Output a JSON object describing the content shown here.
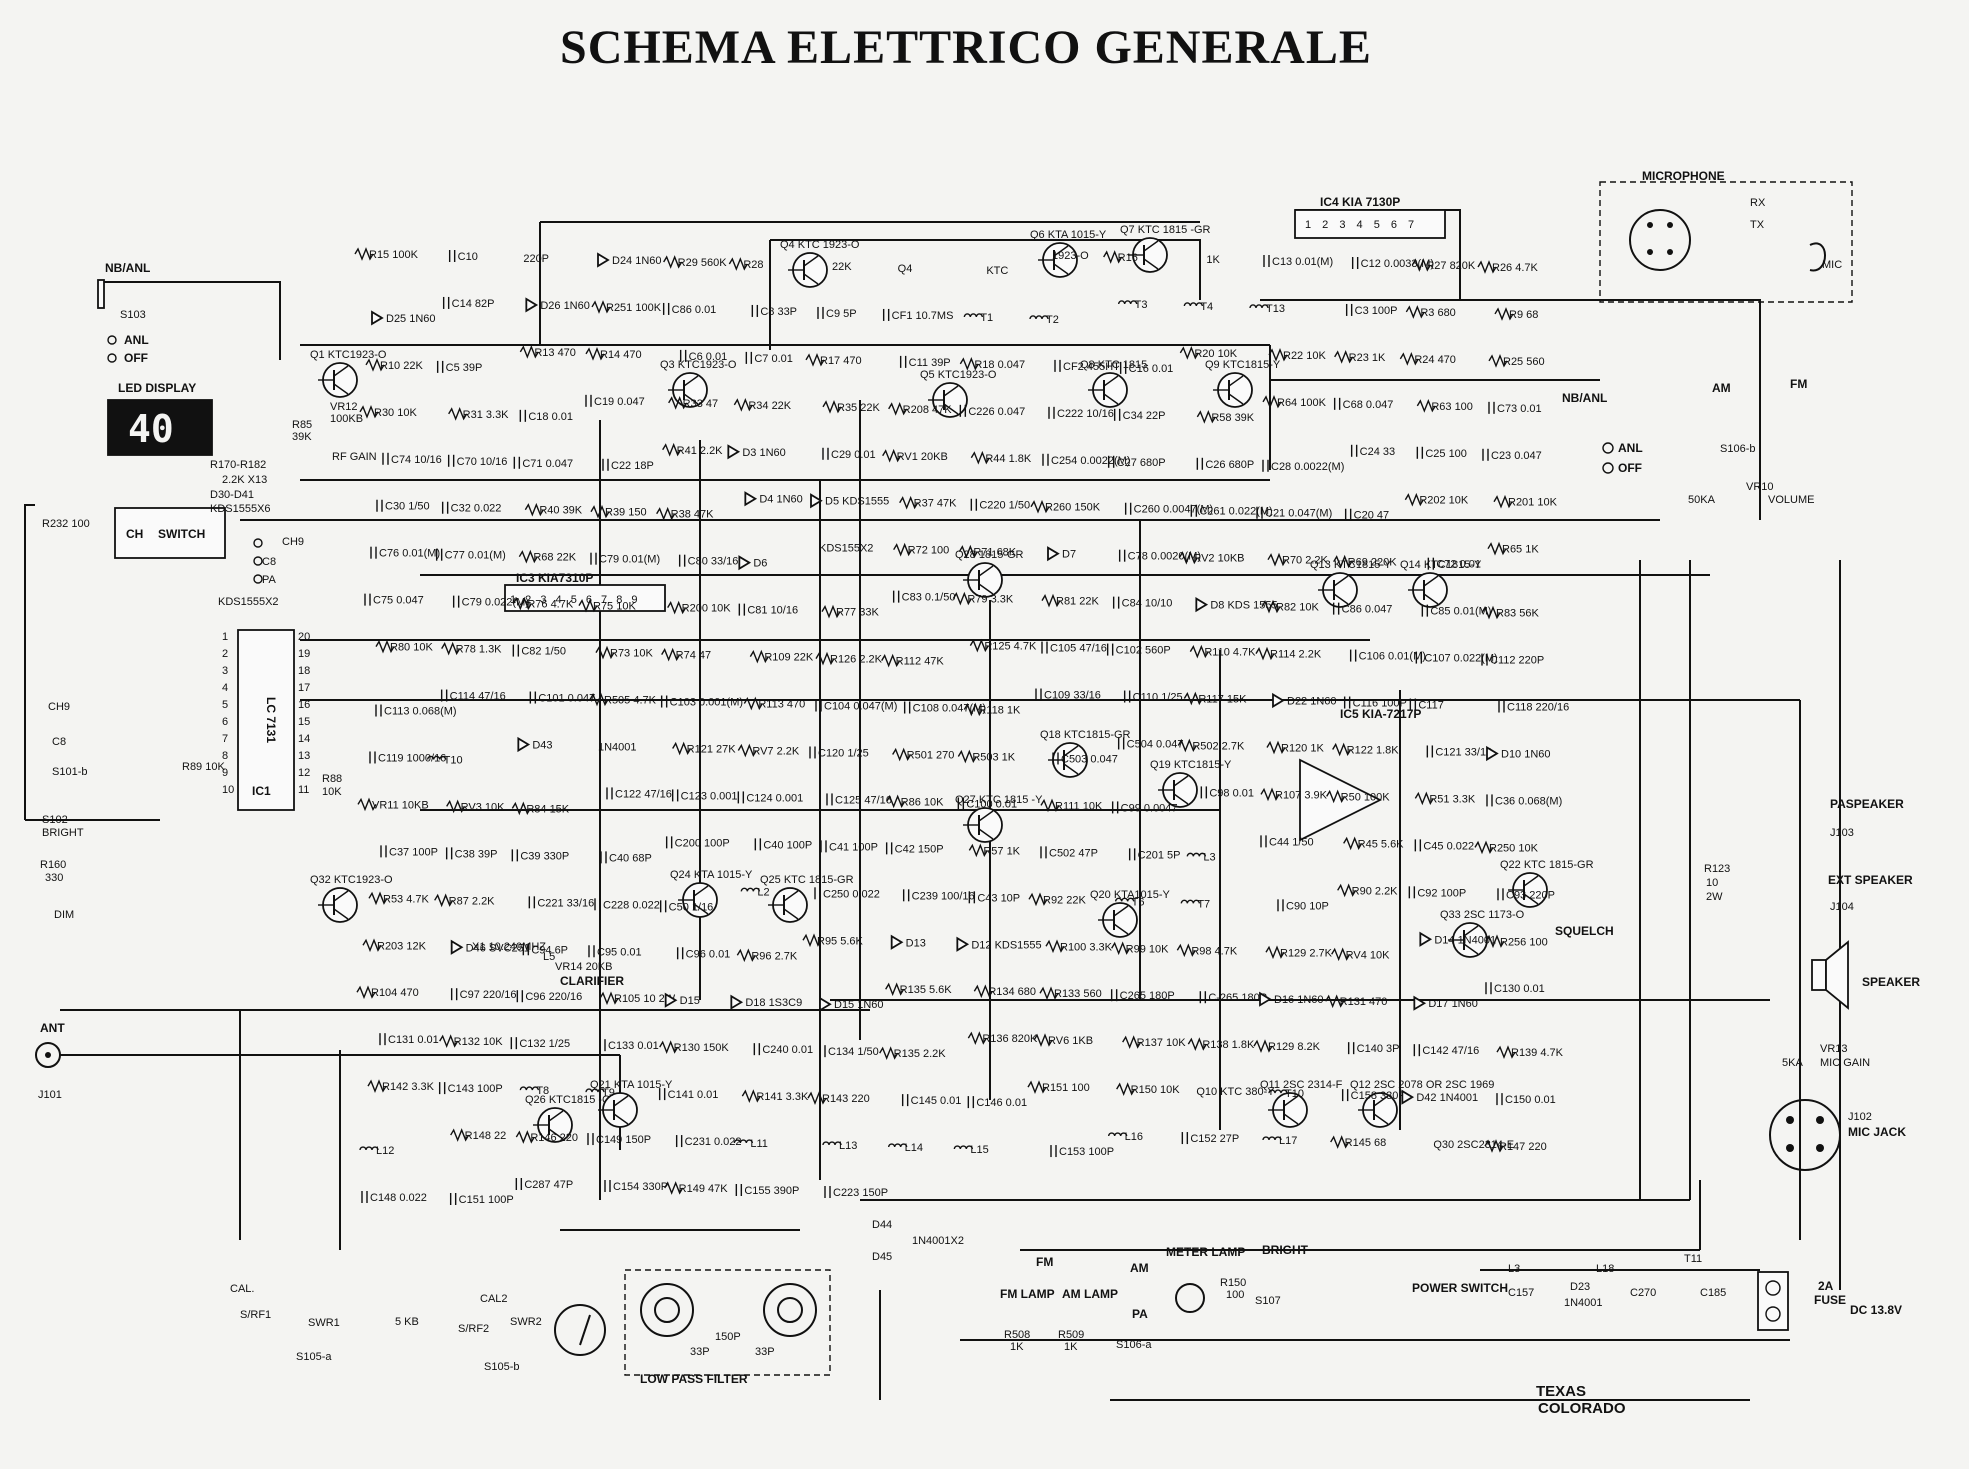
{
  "title": "SCHEMA ELETTRICO GENERALE",
  "led_display": {
    "label": "LED DISPLAY",
    "digits": "40"
  },
  "ch_switch": {
    "label_ch": "CH",
    "label_switch": "SWITCH"
  },
  "ic_labels": {
    "ic1_part": "LC 7131",
    "ic1_ref": "IC1",
    "ic3": "IC3 KIA7310P",
    "ic4": "IC4 KIA 7130P",
    "ic5": "IC5 KIA-7217P",
    "ic4_pins": "1 2 3 4 5 6 7",
    "ic3_pins": "1 2 3 4 5 6 7 8 9",
    "ic1_pins_left": [
      "1",
      "2",
      "3",
      "4",
      "5",
      "6",
      "7",
      "8",
      "9",
      "10"
    ],
    "ic1_pins_right": [
      "20",
      "19",
      "18",
      "17",
      "16",
      "15",
      "14",
      "13",
      "12",
      "11"
    ]
  },
  "transistors": [
    "Q1 KTC1923-O",
    "Q3 KTC1923-O",
    "Q4 KTC 1923-O",
    "Q5 KTC1923-O",
    "Q6 KTA 1015-Y",
    "Q7 KTC 1815 -GR",
    "Q8 KTC 1815",
    "Q9 KTC1815-Y",
    "Q13 KTC1815-Y",
    "Q14 KTC1815-Y",
    "Q18 KTC1815-GR",
    "Q19 KTC1815-Y",
    "Q20 KTA1015-Y",
    "Q22 KTC 1815-GR",
    "Q24 KTA 1015-Y",
    "Q25 KTC 1815-GR",
    "Q26 KTC1815 -GR",
    "Q27 KTC 1815 -Y",
    "Q28 1815-GR",
    "Q32 KTC1923-O",
    "Q33 2SC 1173-O",
    "Q11 2SC 2314-F",
    "Q12 2SC 2078 OR 2SC 1969",
    "Q21 KTA 1015-Y"
  ],
  "labels_left": {
    "nb_anl": "NB/ANL",
    "s103": "S103",
    "anl": "ANL",
    "off": "OFF",
    "r170": "R170-R182",
    "r170v": "2.2K X13",
    "d30": "D30-D41",
    "d30v": "KDS1555X6",
    "r232": "R232 100",
    "ch9": "CH9",
    "c8": "C8",
    "pa": "PA",
    "kds": "KDS1555X2",
    "ch9b": "CH9",
    "c8b": "C8",
    "s101": "S101-b",
    "s102": "S102",
    "bright": "BRIGHT",
    "r160": "R160",
    "r160v": "330",
    "dim": "DIM",
    "ant": "ANT",
    "j101": "J101",
    "r85": "R85",
    "r85v": "39K",
    "vr12": "VR12",
    "vr12v": "100KB",
    "rfgain": "RF GAIN",
    "r89": "R89 10K",
    "r88": "R88",
    "r88v": "10K"
  },
  "labels_right": {
    "microphone": "MICROPHONE",
    "rx": "RX",
    "tx": "TX",
    "mic": "MIC",
    "am": "AM",
    "fm": "FM",
    "s106b": "S106-b",
    "nbanl": "NB/ANL",
    "anl": "ANL",
    "off": "OFF",
    "vr10": "VR10",
    "volume": "VOLUME",
    "vr10v": "50KA",
    "pa_speaker": "PASPEAKER",
    "j103": "J103",
    "ext_speaker": "EXT SPEAKER",
    "j104": "J104",
    "speaker": "SPEAKER",
    "vr13": "VR13",
    "mic_gain": "MIC GAIN",
    "vr13v": "5KA",
    "j102": "J102",
    "mic_jack": "MIC JACK",
    "squelch": "SQUELCH",
    "r123": "R123",
    "r123v": "10",
    "r123w": "2W"
  },
  "labels_bottom": {
    "low_pass": "LOW PASS FILTER",
    "meter_lamp": "METER LAMP",
    "bright": "BRIGHT",
    "s107": "S107",
    "power_switch": "POWER SWITCH",
    "fm_lamp": "FM LAMP",
    "am_lamp": "AM LAMP",
    "s106a": "S106-a",
    "fuse": "FUSE",
    "fuse_val": "2A",
    "dc": "DC 13.8V",
    "cal": "CAL.",
    "swr1": "SWR1",
    "cal2": "CAL2",
    "swr2": "SWR2",
    "s105a": "S105-a",
    "s105b": "S105-b",
    "srf1": "S/RF1",
    "srf2": "S/RF2",
    "texas": "TEXAS",
    "colorado": "COLORADO",
    "d44": "D44",
    "d45": "D45",
    "in4001x2": "1N4001X2",
    "r508": "R508",
    "r509": "R509",
    "lamp_r": "1K",
    "fm": "FM",
    "am": "AM",
    "pa": "PA",
    "lpf_c1": "33P",
    "lpf_c2": "150P",
    "lpf_c3": "33P",
    "t11": "T11",
    "l3": "L3",
    "l18": "L18",
    "d23": "D23",
    "d23v": "1N4001",
    "c157": "C157",
    "c270": "C270",
    "c185": "C185",
    "r150": "R150",
    "r150v": "100",
    "x1": "X1 10.240MHZ",
    "l5": "L5",
    "vr14": "VR14 20KB",
    "clarifier": "CLARIFIER",
    "r5k": "5 KB"
  },
  "component_labels": [
    "R15 100K",
    "C10",
    "220P",
    "D24 1N60",
    "R29 560K",
    "R28",
    "22K",
    "Q4",
    "KTC",
    "1923-O",
    "R16",
    "1K",
    "C13 0.01(M)",
    "C12 0.0033(M)",
    "R27 820K",
    "R26 4.7K",
    "D25 1N60",
    "C14 82P",
    "D26 1N60",
    "R251 100K",
    "C86 0.01",
    "C8 33P",
    "C9 5P",
    "CF1 10.7MS",
    "T1",
    "T2",
    "T3",
    "T4",
    "T13",
    "C3 100P",
    "R3 680",
    "R9 68",
    "R10 22K",
    "C5 39P",
    "R13 470",
    "R14 470",
    "C6 0.01",
    "C7 0.01",
    "R17 470",
    "C11 39P",
    "R18 0.047",
    "CF2 455HT",
    "C16 0.01",
    "R20 10K",
    "R22 10K",
    "R23 1K",
    "R24 470",
    "R25 560",
    "R30 10K",
    "R31 3.3K",
    "C18 0.01",
    "C19 0.047",
    "R33 47",
    "R34 22K",
    "R35 22K",
    "R208 47K",
    "C226 0.047",
    "C222 10/16",
    "C34 22P",
    "R58 39K",
    "R64 100K",
    "C68 0.047",
    "R63 100",
    "C73 0.01",
    "C74 10/16",
    "C70 10/16",
    "C71 0.047",
    "C22 18P",
    "R41 2.2K",
    "D3 1N60",
    "C29 0.01",
    "RV1 20KB",
    "R44 1.8K",
    "C254 0.0022(M)",
    "C27 680P",
    "C26 680P",
    "C28 0.0022(M)",
    "C24 33",
    "C25 100",
    "C23 0.047",
    "C30 1/50",
    "C32 0.022",
    "R40 39K",
    "R39 150",
    "R38 47K",
    "D4 1N60",
    "D5 KDS1555",
    "R37 47K",
    "C220 1/50",
    "R260 150K",
    "C260 0.0047(M)",
    "C261 0.022(M)",
    "C21 0.047(M)",
    "C20 47",
    "R202 10K",
    "R201 10K",
    "C76 0.01(M)",
    "C77 0.01(M)",
    "R68 22K",
    "C79 0.01(M)",
    "C80 33/16",
    "D6",
    "KDS155X2",
    "R72 100",
    "R71 68K",
    "D7",
    "C78 0.0020(M)",
    "RV2 10KB",
    "R70 2.2K",
    "R69 220K",
    "C72 0.01",
    "R65 1K",
    "C75 0.047",
    "C79 0.022(M)",
    "R76 4.7K",
    "R75 10K",
    "R200 10K",
    "C81 10/16",
    "R77 33K",
    "C83 0.1/50",
    "R79 3.3K",
    "R81 22K",
    "C84 10/10",
    "D8 KDS 1555",
    "R82 10K",
    "C86 0.047",
    "C85 0.01(M)",
    "R83 56K",
    "R80 10K",
    "R78 1.3K",
    "C82 1/50",
    "R73 10K",
    "R74 47",
    "R109 22K",
    "R126 2.2K",
    "R112 47K",
    "R125 4.7K",
    "C105 47/16",
    "C102 560P",
    "R110 4.7K",
    "R114 2.2K",
    "C106 0.01(M)",
    "C107 0.022(M)",
    "C112 220P",
    "C113 0.068(M)",
    "C114 47/16",
    "C101 0.047",
    "R505 4.7K",
    "C103 0.001(M)",
    "R113 470",
    "C104 0.047(M)",
    "C108 0.047(M)",
    "R118 1K",
    "C109 33/16",
    "C110 1/25",
    "R117 15K",
    "D22 1N60",
    "C116 100P",
    "C117",
    "C118 220/16",
    "C119 1000/16",
    "T10",
    "D43",
    "1N4001",
    "R121 27K",
    "RV7 2.2K",
    "C120 1/25",
    "R501 270",
    "R503 1K",
    "C503 0.047",
    "C504 0.047",
    "R502 2.7K",
    "R120 1K",
    "R122 1.8K",
    "C121 33/10",
    "D10 1N60",
    "VR11 10KB",
    "RV3 10K",
    "R84 15K",
    "C122 47/16",
    "C123 0.001",
    "C124 0.001",
    "C125 47/16",
    "R86 10K",
    "C100 0.01",
    "R111 10K",
    "C99 0.0047",
    "C98 0.01",
    "R107 3.9K",
    "R50 100K",
    "R51 3.3K",
    "C36 0.068(M)",
    "C37 100P",
    "C38 39P",
    "C39 330P",
    "C40 68P",
    "C200 100P",
    "C40 100P",
    "C41 100P",
    "C42 150P",
    "R57 1K",
    "C502 47P",
    "C201 5P",
    "L3",
    "C44 1/50",
    "R45 5.6K",
    "C45 0.022",
    "R250 10K",
    "R53 4.7K",
    "R87 2.2K",
    "C221 33/16",
    "C228 0.022",
    "C50 1/16",
    "L2",
    "C250 0.022",
    "C239 100/16",
    "C43 10P",
    "R92 22K",
    "T6",
    "T7",
    "C90 10P",
    "R90 2.2K",
    "C92 100P",
    "C93 220P",
    "R203 12K",
    "D46 SVC251",
    "C94 6P",
    "C95 0.01",
    "C96 0.01",
    "R96 2.7K",
    "R95 5.6K",
    "D13",
    "D12 KDS1555",
    "R100 3.3K",
    "R99 10K",
    "R98 4.7K",
    "R129 2.7K",
    "RV4 10K",
    "D14 1N4001",
    "R256 100",
    "R104 470",
    "C97 220/16",
    "C96 220/16",
    "R105 10 2W",
    "D15",
    "D18 1S3C9",
    "D15 1N60",
    "R135 5.6K",
    "R134 680",
    "R133 560",
    "C265 180P",
    "C-265 180P",
    "D16 1N60",
    "R131 470",
    "D17 1N60",
    "C130 0.01",
    "C131 0.01",
    "R132 10K",
    "C132 1/25",
    "C133 0.01",
    "R130 150K",
    "C240 0.01",
    "C134 1/50",
    "R135 2.2K",
    "R136 820K",
    "RV6 1KB",
    "R137 10K",
    "R138 1.8K",
    "R129 8.2K",
    "C140 3P",
    "C142 47/16",
    "R139 4.7K",
    "R142 3.3K",
    "C143 100P",
    "T8",
    "T9",
    "C141 0.01",
    "R141 3.3K",
    "R143 220",
    "C145 0.01",
    "C146 0.01",
    "R151 100",
    "R150 10K",
    "Q10 KTC 380-Y",
    "T10",
    "C158 330P",
    "D42 1N4001",
    "C150 0.01",
    "L12",
    "R148 22",
    "R146 220",
    "C149 150P",
    "C231 0.022",
    "L11",
    "L13",
    "L14",
    "L15",
    "C153 100P",
    "L16",
    "C152 27P",
    "L17",
    "R145 68",
    "Q30 2SC2314-E",
    "R147 220",
    "C148 0.022",
    "C151 100P",
    "C287 47P",
    "C154 330P",
    "R149 47K",
    "C155 390P",
    "C223 150P"
  ]
}
